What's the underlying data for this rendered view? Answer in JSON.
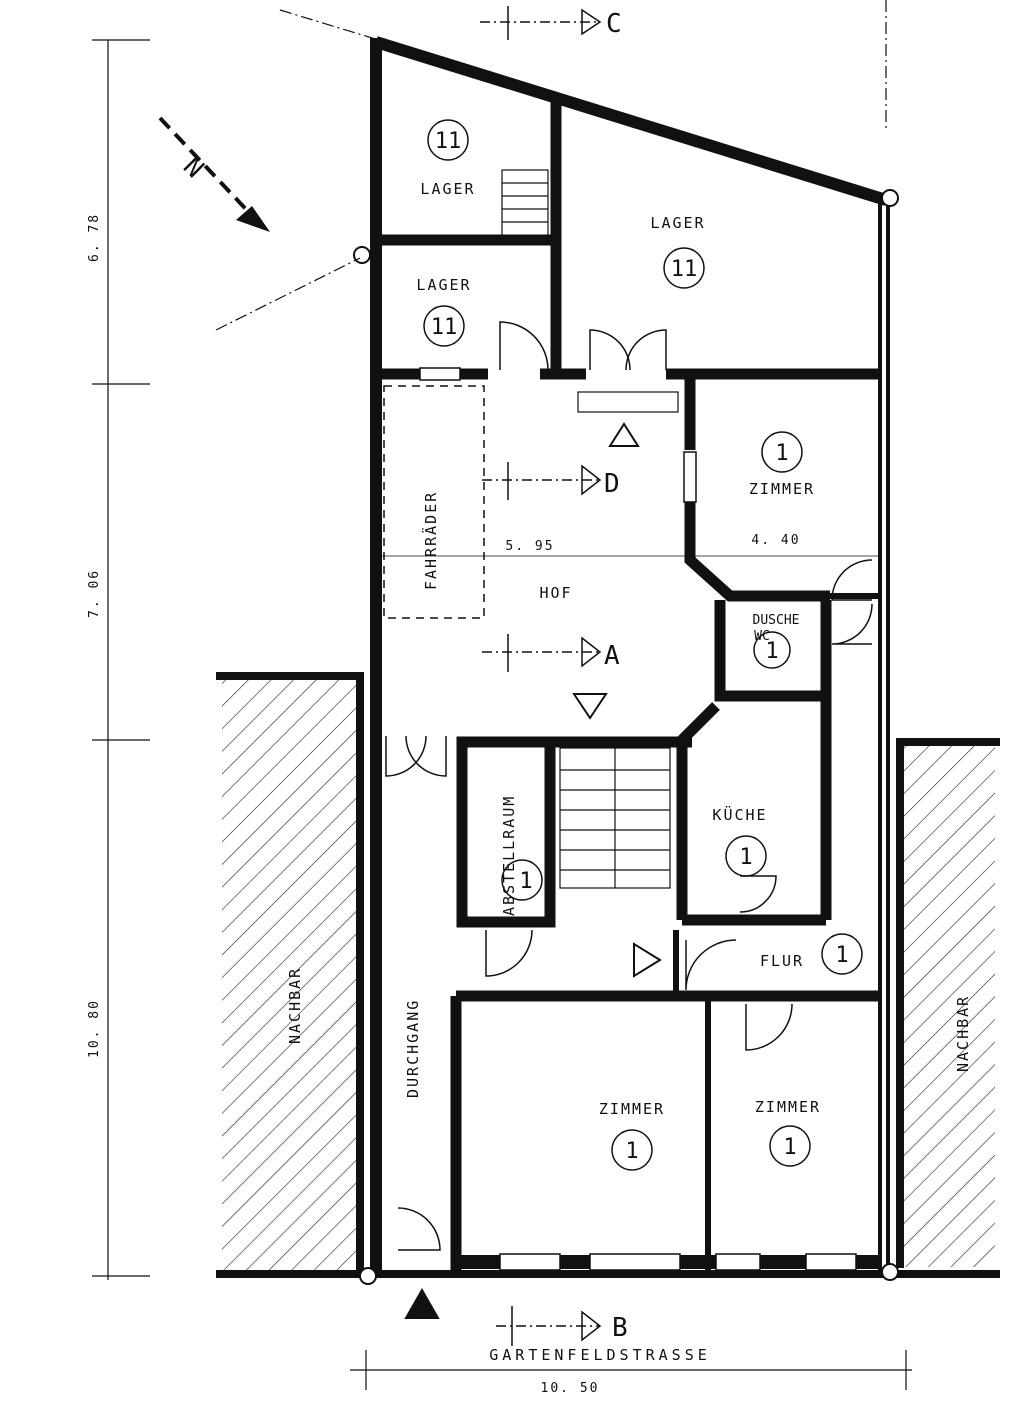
{
  "sections": {
    "a": "A",
    "b": "B",
    "c": "C",
    "d": "D"
  },
  "north": "N",
  "rooms": {
    "lager_top_left": {
      "label": "LAGER",
      "num": "11"
    },
    "lager_top_right": {
      "label": "LAGER",
      "num": "11"
    },
    "lager_mid_left": {
      "label": "LAGER",
      "num": "11"
    },
    "zimmer_upper_right": {
      "label": "ZIMMER",
      "num": "1"
    },
    "hof": {
      "label": "HOF"
    },
    "fahrraeder": {
      "label": "FAHRRÄDER"
    },
    "dusche_wc": {
      "label1": "DUSCHE",
      "label2": "WC",
      "num": "1"
    },
    "abstellraum": {
      "label": "ABSTELLRAUM",
      "num": "1"
    },
    "kueche": {
      "label": "KÜCHE",
      "num": "1"
    },
    "flur": {
      "label": "FLUR",
      "num": "1"
    },
    "durchgang": {
      "label": "DURCHGANG"
    },
    "zimmer_bottom_left": {
      "label": "ZIMMER",
      "num": "1"
    },
    "zimmer_bottom_right": {
      "label": "ZIMMER",
      "num": "1"
    },
    "nachbar_left": {
      "label": "NACHBAR"
    },
    "nachbar_right": {
      "label": "NACHBAR"
    }
  },
  "dimensions": {
    "seg_1": "6. 78",
    "seg_2": "7. 06",
    "seg_3": "10. 80",
    "width_hof": "5. 95",
    "width_zimmer": "4. 40",
    "total_width": "10. 50"
  },
  "street": "GARTENFELDSTRASSE"
}
